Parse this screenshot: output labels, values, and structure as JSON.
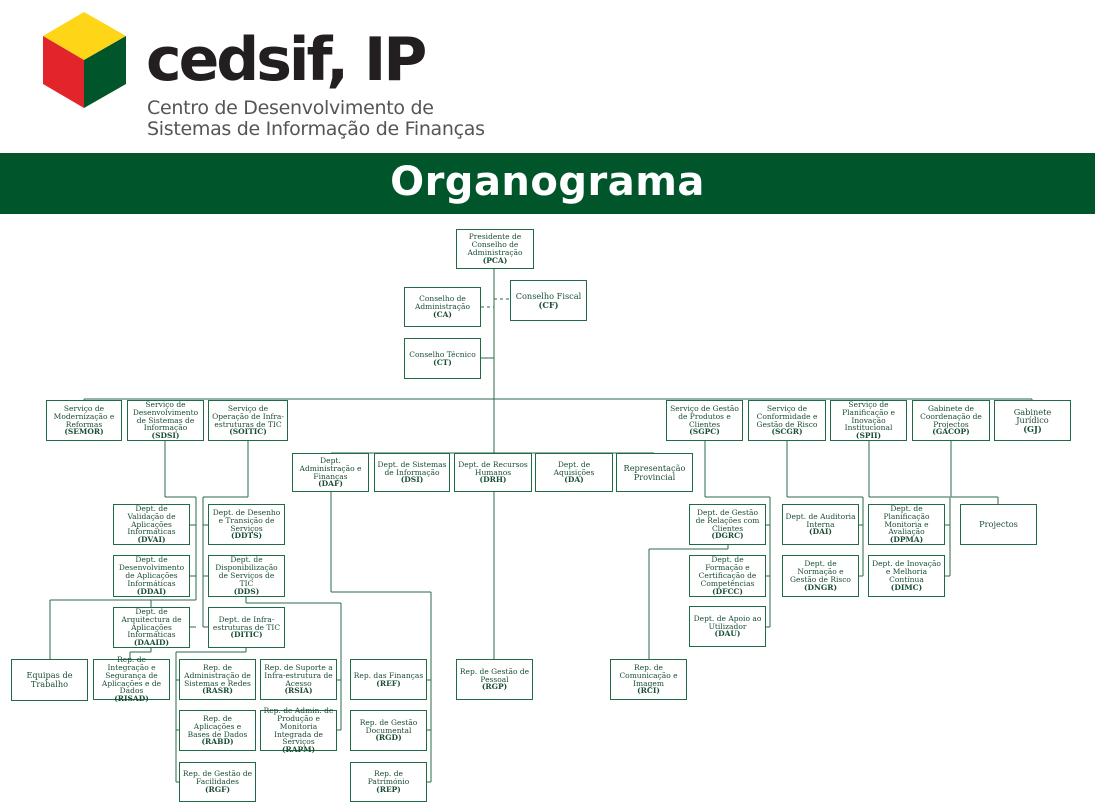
{
  "brand": {
    "name": "cedsif, IP",
    "tagline_line1": "Centro de Desenvolvimento de",
    "tagline_line2": "Sistemas de Informação de Finanças",
    "colors": {
      "yellow": "#ffd617",
      "red": "#e2252b",
      "green": "#00562a",
      "banner": "#00562a"
    }
  },
  "banner": {
    "title": "Organograma"
  },
  "nodes": [
    {
      "id": "pca",
      "name": "Presidente de Conselho de Administração",
      "abbr": "(PCA)"
    },
    {
      "id": "ca",
      "name": "Conselho de Administração",
      "abbr": "(CA)"
    },
    {
      "id": "cf",
      "name": "Conselho Fiscal",
      "abbr": "(CF)"
    },
    {
      "id": "ct",
      "name": "Conselho Técnico",
      "abbr": "(CT)"
    },
    {
      "id": "semor",
      "name": "Serviço de Modernização e Reformas",
      "abbr": "(SEMOR)"
    },
    {
      "id": "sdsi",
      "name": "Serviço de Desenvolvimento de Sistemas de Informação",
      "abbr": "(SDSI)"
    },
    {
      "id": "soitic",
      "name": "Serviço de Operação de Infra-estruturas de TIC",
      "abbr": "(SOITIC)"
    },
    {
      "id": "sgpc",
      "name": "Serviço de Gestão de Produtos e Clientes",
      "abbr": "(SGPC)"
    },
    {
      "id": "scgr",
      "name": "Serviço de Conformidade e Gestão de Risco",
      "abbr": "(SCGR)"
    },
    {
      "id": "spii",
      "name": "Serviço de Planificação e Inovação Institucional",
      "abbr": "(SPII)"
    },
    {
      "id": "gacop",
      "name": "Gabinete de Coordenação de Projectos",
      "abbr": "(GACOP)"
    },
    {
      "id": "gj",
      "name": "Gabinete Jurídico",
      "abbr": "(GJ)"
    },
    {
      "id": "daf",
      "name": "Dept. Administração e Finanças",
      "abbr": "(DAF)"
    },
    {
      "id": "dsi",
      "name": "Dept. de Sistemas de Informação",
      "abbr": "(DSI)"
    },
    {
      "id": "drh",
      "name": "Dept. de Recursos Humanos",
      "abbr": "(DRH)"
    },
    {
      "id": "da",
      "name": "Dept. de Aquisições",
      "abbr": "(DA)"
    },
    {
      "id": "rp",
      "name": "Representação Provincial",
      "abbr": ""
    },
    {
      "id": "dvai",
      "name": "Dept. de Validação de Aplicações Informáticas",
      "abbr": "(DVAI)"
    },
    {
      "id": "ddai",
      "name": "Dept. de Desenvolvimento de Aplicações Informáticas",
      "abbr": "(DDAI)"
    },
    {
      "id": "daai",
      "name": "Dept. de Arquitectura de Aplicações Informáticas",
      "abbr": "(DAAID)"
    },
    {
      "id": "ddts",
      "name": "Dept. de Desenho e Transição de Serviços",
      "abbr": "(DDTS)"
    },
    {
      "id": "dds",
      "name": "Dept. de Disponibilização de Serviços de TIC",
      "abbr": "(DDS)"
    },
    {
      "id": "ditic",
      "name": "Dept. de Infra-estruturas de TIC",
      "abbr": "(DITIC)"
    },
    {
      "id": "et",
      "name": "Equipas de Trabalho",
      "abbr": ""
    },
    {
      "id": "risad",
      "name": "Rep. de Integração e Segurança de Aplicações e de Dados",
      "abbr": "(RISAD)"
    },
    {
      "id": "rasr",
      "name": "Rep. de Administração de Sistemas e Redes",
      "abbr": "(RASR)"
    },
    {
      "id": "rsia",
      "name": "Rep. de Suporte a Infra-estrutura de Acesso",
      "abbr": "(RSIA)"
    },
    {
      "id": "rabd",
      "name": "Rep. de Aplicações e Bases de Dados",
      "abbr": "(RABD)"
    },
    {
      "id": "rapm",
      "name": "Rep. de Admin. de Produção e Monitoria Integrada de Serviços",
      "abbr": "(RAPM)"
    },
    {
      "id": "rgf",
      "name": "Rep. de Gestão de Facilidades",
      "abbr": "(RGF)"
    },
    {
      "id": "ref",
      "name": "Rep. das Finanças",
      "abbr": "(REF)"
    },
    {
      "id": "rgd",
      "name": "Rep. de Gestão Documental",
      "abbr": "(RGD)"
    },
    {
      "id": "rep",
      "name": "Rep. de Património",
      "abbr": "(REP)"
    },
    {
      "id": "rgp",
      "name": "Rep. de Gestão de Pessoal",
      "abbr": "(RGP)"
    },
    {
      "id": "dgrc",
      "name": "Dept. de Gestão de Relações com Clientes",
      "abbr": "(DGRC)"
    },
    {
      "id": "dfcc",
      "name": "Dept. de Formação e Certificação de Competências",
      "abbr": "(DFCC)"
    },
    {
      "id": "dau",
      "name": "Dept. de Apoio ao Utilizador",
      "abbr": "(DAU)"
    },
    {
      "id": "rci",
      "name": "Rep. de Comunicação e Imagem",
      "abbr": "(RCI)"
    },
    {
      "id": "dai",
      "name": "Dept. de Auditoria Interna",
      "abbr": "(DAI)"
    },
    {
      "id": "dngr",
      "name": "Dept. de Normação e Gestão de Risco",
      "abbr": "(DNGR)"
    },
    {
      "id": "dpma",
      "name": "Dept. de Planificação Monitoria e Avaliação",
      "abbr": "(DPMA)"
    },
    {
      "id": "dimc",
      "name": "Dept. de Inovação e Melhoria Contínua",
      "abbr": "(DIMC)"
    },
    {
      "id": "proj",
      "name": "Projectos",
      "abbr": ""
    }
  ]
}
